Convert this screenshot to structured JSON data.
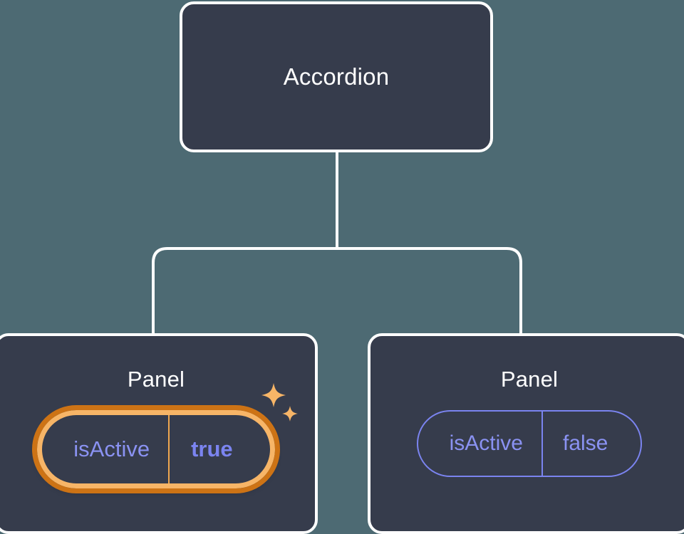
{
  "canvas": {
    "background_color": "#4d6a73",
    "node_fill_color": "#363c4c",
    "node_border_color": "#ffffff",
    "connector_color": "#ffffff",
    "accent_indigo": "#7b84f0",
    "accent_orange_inner": "#f7b567",
    "accent_orange_outer": "#cd7315",
    "sparkle_color": "#f7b567"
  },
  "tree": {
    "root": {
      "title": "Accordion"
    },
    "children": [
      {
        "title": "Panel",
        "highlighted": true,
        "prop": {
          "key": "isActive",
          "value": "true"
        },
        "sparkle_icons": [
          "sparkle-large-icon",
          "sparkle-small-icon"
        ]
      },
      {
        "title": "Panel",
        "highlighted": false,
        "prop": {
          "key": "isActive",
          "value": "false"
        }
      }
    ]
  }
}
